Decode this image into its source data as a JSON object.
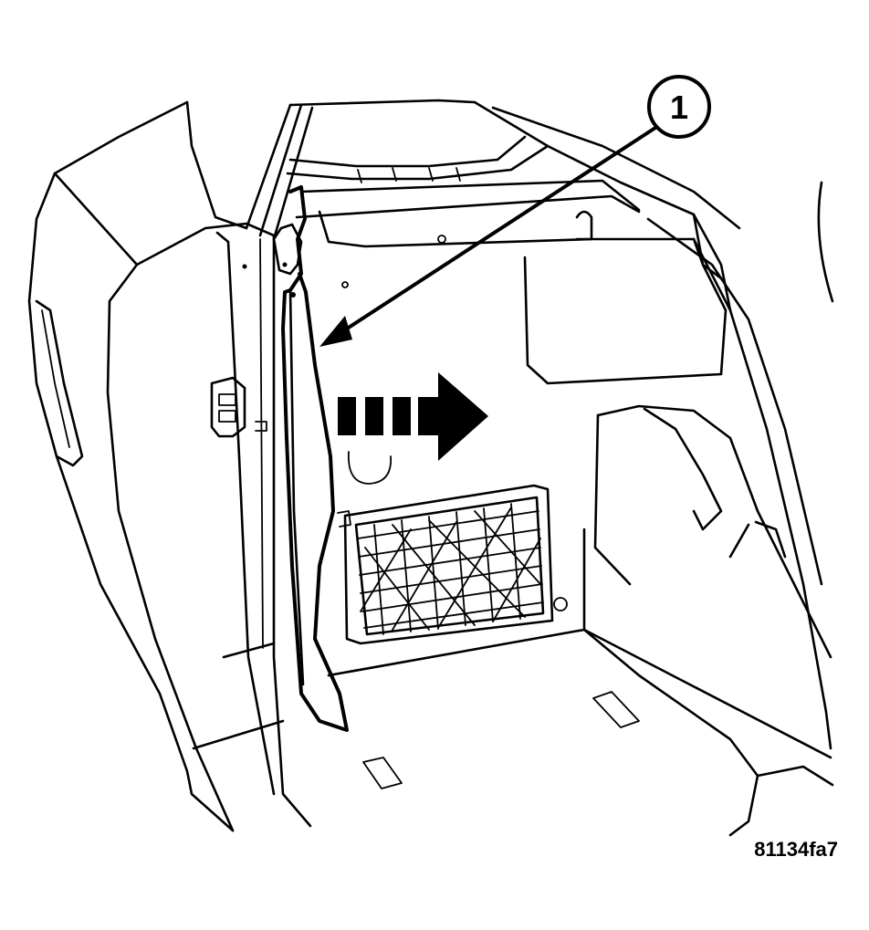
{
  "callouts": [
    {
      "number": "1"
    }
  ],
  "figure_code": "81134fa7",
  "colors": {
    "line": "#000000",
    "background": "#ffffff"
  },
  "icons": {
    "direction_arrow": "arrow-right-icon",
    "callout": "numbered-callout-circle"
  }
}
